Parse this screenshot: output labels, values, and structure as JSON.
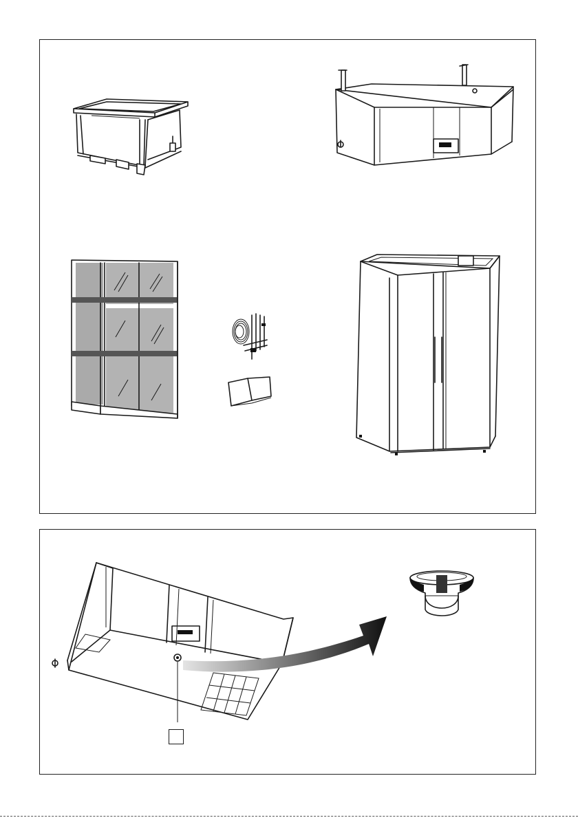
{
  "page": {
    "title": ""
  },
  "panels": [
    {
      "id": "unpacking",
      "items": [
        "crate-base",
        "cooler-upper-section",
        "crate-sides-packed",
        "accessories",
        "user-manual",
        "side-by-side-cabinet"
      ]
    },
    {
      "id": "underside-detail",
      "items": [
        "cabinet-underside",
        "arrow",
        "adjustable-foot"
      ]
    }
  ],
  "icons": {
    "crate": "wooden-crate-icon",
    "cabinet": "refrigerated-cabinet-icon",
    "cable": "coiled-cable-icon",
    "manual": "open-booklet-icon",
    "foot": "leveling-foot-icon",
    "arrow": "curved-arrow-icon"
  },
  "callout_label": "",
  "colors": {
    "line": "#1a1a1a",
    "glass": "#9a9a9a",
    "arrow_dark": "#111111",
    "arrow_light": "#cfcfcf"
  }
}
